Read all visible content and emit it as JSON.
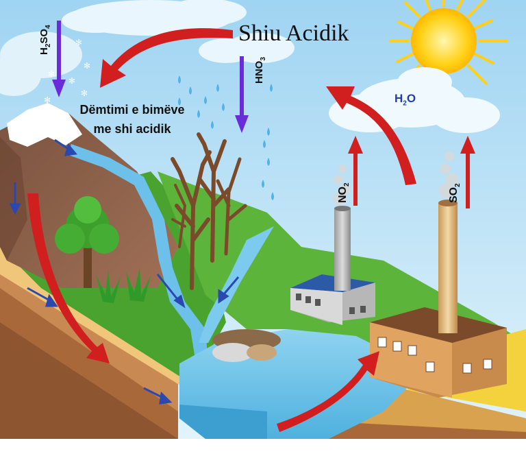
{
  "title": "Shiu Acidik",
  "damage_caption_line1": "Dëmtimi e bimëve",
  "damage_caption_line2": "me shi acidik",
  "chemicals": {
    "h2so4": {
      "base": "H",
      "s1": "2",
      "mid": "SO",
      "s2": "4"
    },
    "hno3": {
      "base": "HNO",
      "s1": "3"
    },
    "no2": {
      "base": "NO",
      "s1": "2"
    },
    "so2": {
      "base": "SO",
      "s1": "2"
    },
    "h2o": {
      "base": "H",
      "s1": "2",
      "mid": "O"
    }
  },
  "colors": {
    "sky": "#bfe3f7",
    "arrow_red": "#d11f1f",
    "arrow_purple": "#6a2bd9",
    "grass": "#4aa32e",
    "water": "#7ec8ea",
    "soil": "#b5794a"
  }
}
